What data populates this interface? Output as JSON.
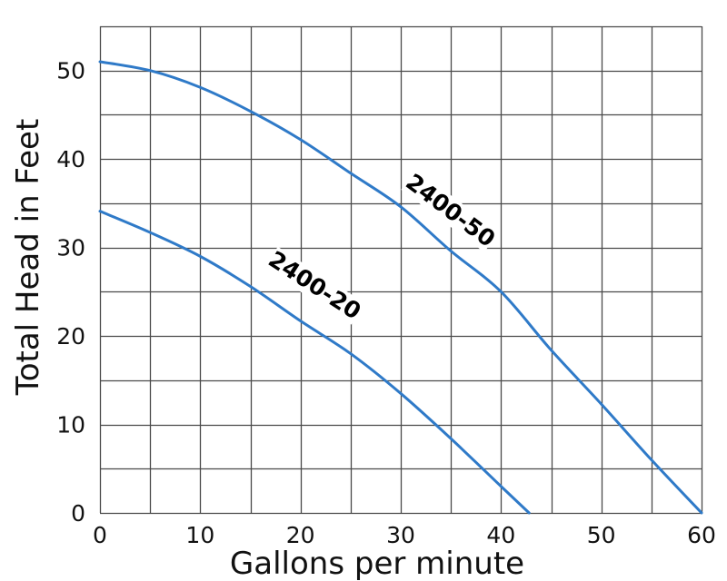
{
  "chart_data": {
    "type": "line",
    "title": "",
    "xlabel": "Gallons per minute",
    "ylabel": "Total Head in Feet",
    "xlim": [
      0,
      60
    ],
    "ylim": [
      0,
      55
    ],
    "x_ticks": [
      0,
      10,
      20,
      30,
      40,
      50,
      60
    ],
    "y_ticks": [
      0,
      10,
      20,
      30,
      40,
      50
    ],
    "x_grid_step": 5,
    "y_grid_step": 5,
    "grid": true,
    "legend": "none (inline curve labels)",
    "series": [
      {
        "name": "2400-50",
        "color": "#2f7ac8",
        "x": [
          0,
          5,
          10,
          15,
          20,
          25,
          30,
          35,
          40,
          45,
          50,
          55,
          60
        ],
        "y": [
          51,
          50,
          48.1,
          45.4,
          42.2,
          38.4,
          34.6,
          29.6,
          25,
          18.4,
          12.3,
          6,
          0
        ],
        "label_position": {
          "x": 34.5,
          "y": 33.5,
          "angle": 37
        }
      },
      {
        "name": "2400-20",
        "color": "#2f7ac8",
        "x": [
          0,
          5,
          10,
          15,
          20,
          25,
          30,
          35,
          40,
          42.8
        ],
        "y": [
          34.1,
          31.7,
          29,
          25.6,
          21.7,
          18,
          13.5,
          8.4,
          3,
          0
        ],
        "label_position": {
          "x": 21,
          "y": 25,
          "angle": 33
        }
      }
    ]
  }
}
